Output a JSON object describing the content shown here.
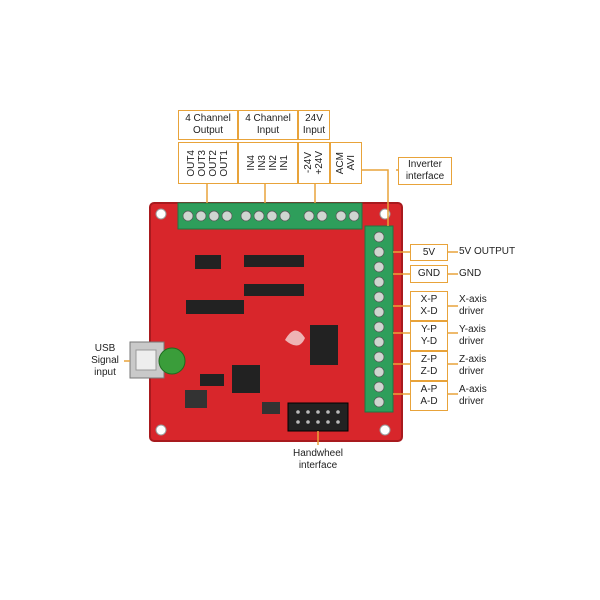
{
  "labels": {
    "out_group": "4 Channel\nOutput",
    "in_group": "4 Channel\nInput",
    "power_group": "24V\nInput",
    "inverter": "Inverter\ninterface",
    "usb": "USB\nSignal\ninput",
    "handwheel": "Handwheel\ninterface",
    "out_pins": [
      "OUT1",
      "OUT2",
      "OUT3",
      "OUT4"
    ],
    "in_pins": [
      "IN1",
      "IN2",
      "IN3",
      "IN4"
    ],
    "power_pins": [
      "+24V",
      "-24V"
    ],
    "inverter_pins": [
      "AVI",
      "ACM"
    ],
    "right_boxes": [
      {
        "box": "5V",
        "desc": "5V OUTPUT"
      },
      {
        "box": "GND",
        "desc": "GND"
      },
      {
        "box": "X-P\nX-D",
        "desc": "X-axis\ndriver"
      },
      {
        "box": "Y-P\nY-D",
        "desc": "Y-axis\ndriver"
      },
      {
        "box": "Z-P\nZ-D",
        "desc": "Z-axis\ndriver"
      },
      {
        "box": "A-P\nA-D",
        "desc": "A-axis\ndriver"
      }
    ]
  },
  "colors": {
    "board": "#d8262b",
    "board_dark": "#a81a1e",
    "terminal": "#2e9e5b",
    "accent": "#e8a33a"
  }
}
